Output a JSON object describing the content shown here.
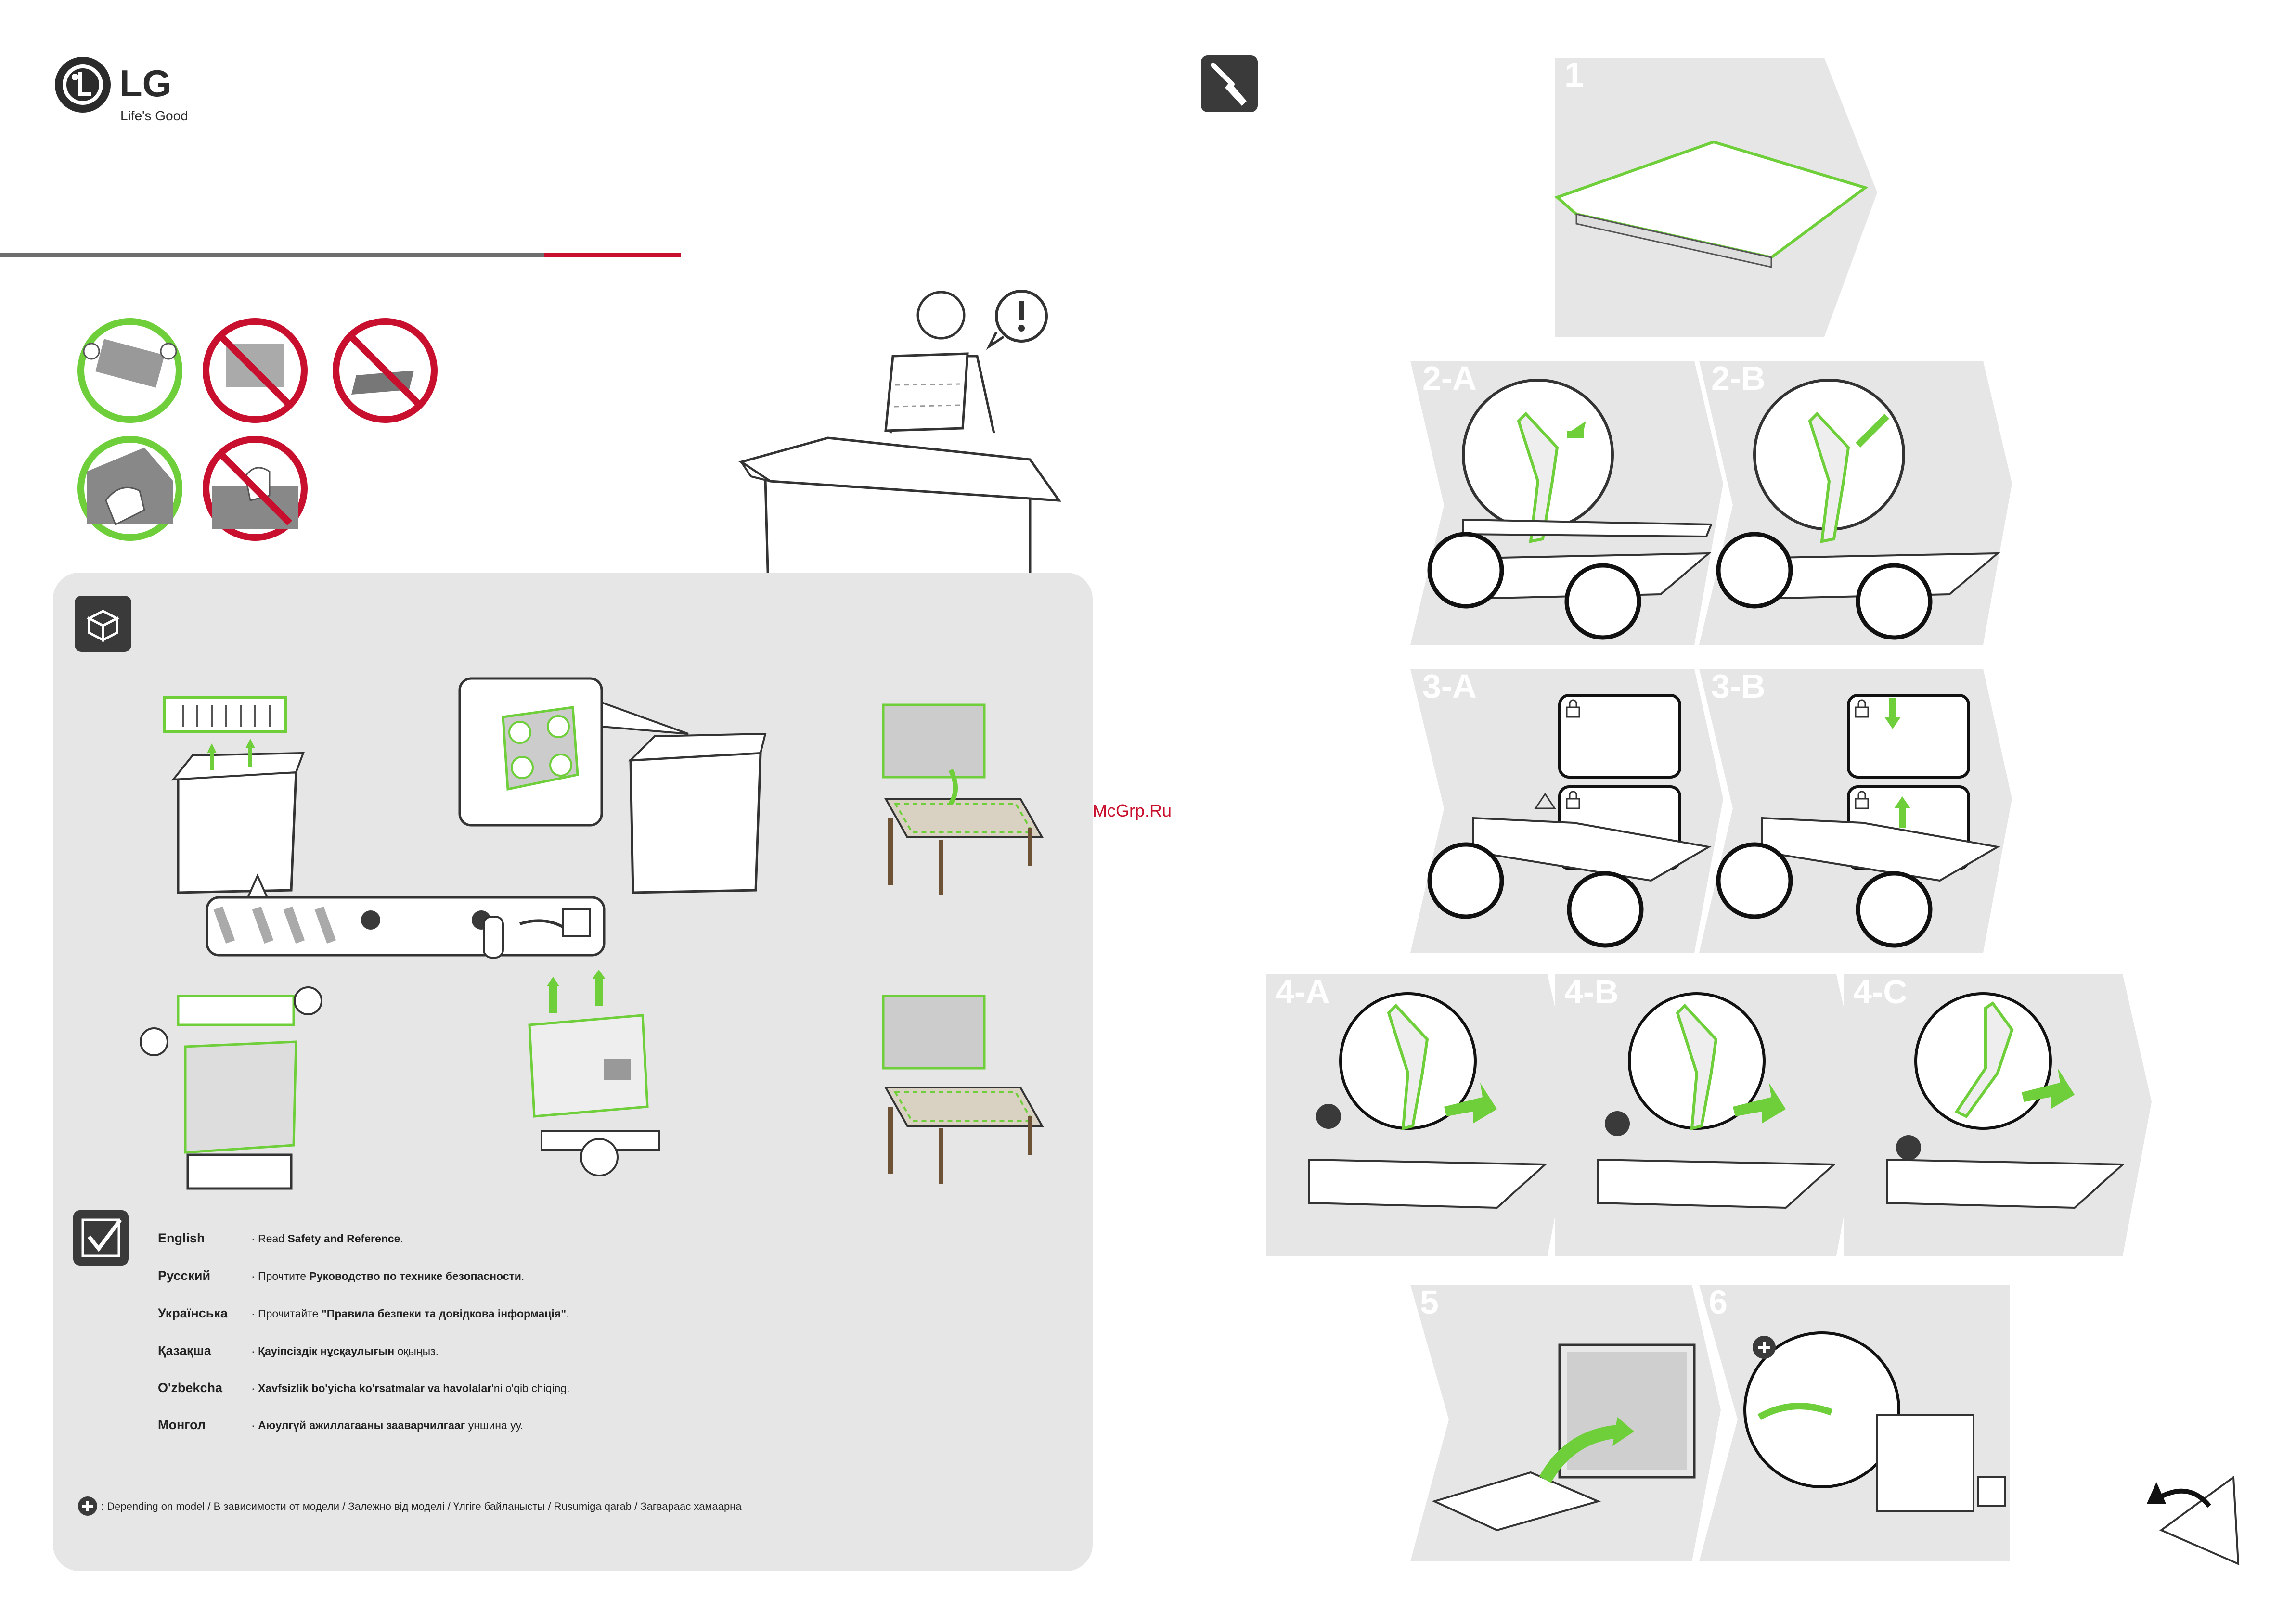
{
  "brand": {
    "logo_text": "LG",
    "tagline": "Life's Good",
    "colors": {
      "brand_red": "#c8102e",
      "accent_green": "#6fcf3a",
      "panel_gray": "#e6e6e6",
      "dark_icon": "#3a3a3a"
    }
  },
  "watermark": "McGrp.Ru",
  "steps": [
    {
      "label": "1"
    },
    {
      "label": "2-A"
    },
    {
      "label": "2-B"
    },
    {
      "label": "3-A"
    },
    {
      "label": "3-B"
    },
    {
      "label": "4-A"
    },
    {
      "label": "4-B"
    },
    {
      "label": "4-C"
    },
    {
      "label": "5"
    },
    {
      "label": "6"
    }
  ],
  "icons": {
    "tools": "screwdriver-icon",
    "box": "box-icon",
    "checklist": "checklist-icon",
    "optional": "plus-icon",
    "warning": "warning-icon",
    "lock": "lock-icon",
    "page_turn": "page-turn-icon"
  },
  "safety": {
    "rows": [
      {
        "lang": "English",
        "prefix": "· Read ",
        "bold": "Safety and Reference",
        "suffix": "."
      },
      {
        "lang": "Русский",
        "prefix": "· Прочтите ",
        "bold": "Руководство по технике безопасности",
        "suffix": "."
      },
      {
        "lang": "Українська",
        "prefix": "· Прочитайте ",
        "bold": "\"Правила безпеки та довідкова інформація\"",
        "suffix": "."
      },
      {
        "lang": "Қазақша",
        "prefix": "· ",
        "bold": "Қауіпсіздік нұсқаулығын",
        "suffix": " оқыңыз."
      },
      {
        "lang": "O'zbekcha",
        "prefix": "· ",
        "bold": "Xavfsizlik bo'yicha ko'rsatmalar va havolalar",
        "suffix": "'ni o'qib chiqing."
      },
      {
        "lang": "Монгол",
        "prefix": "· ",
        "bold": "Аюулгүй ажиллагааны зааварчилгааг",
        "suffix": " уншина уу."
      }
    ]
  },
  "footnote": ": Depending on model / В зависимости от модели / Залежно від моделі / Үлгіге байланысты / Rusumiga qarab / Загвараас хамаарна"
}
